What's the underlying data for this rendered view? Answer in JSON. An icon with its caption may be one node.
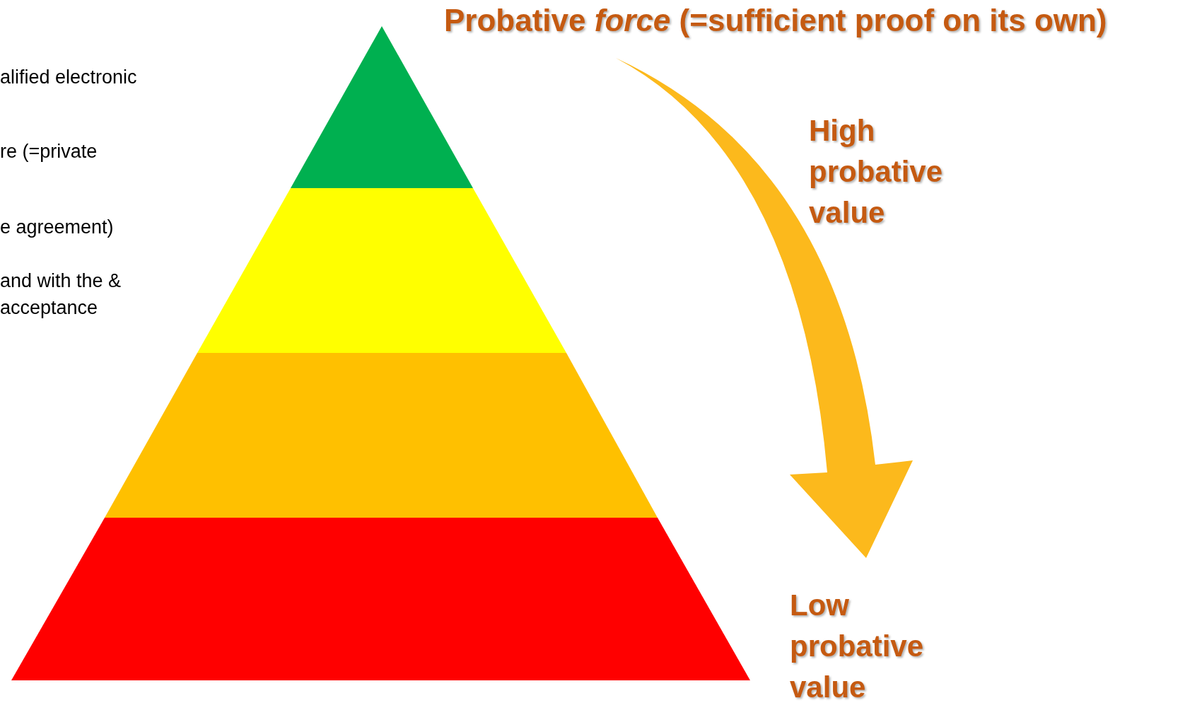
{
  "diagram": {
    "title": "Probative *force* (=sufficient proof on its own)",
    "labels": [
      "alified electronic",
      "re (=private",
      "e agreement)",
      "and with the & acceptance",
      "High probative value",
      "Low probative value"
    ]
  }
}
